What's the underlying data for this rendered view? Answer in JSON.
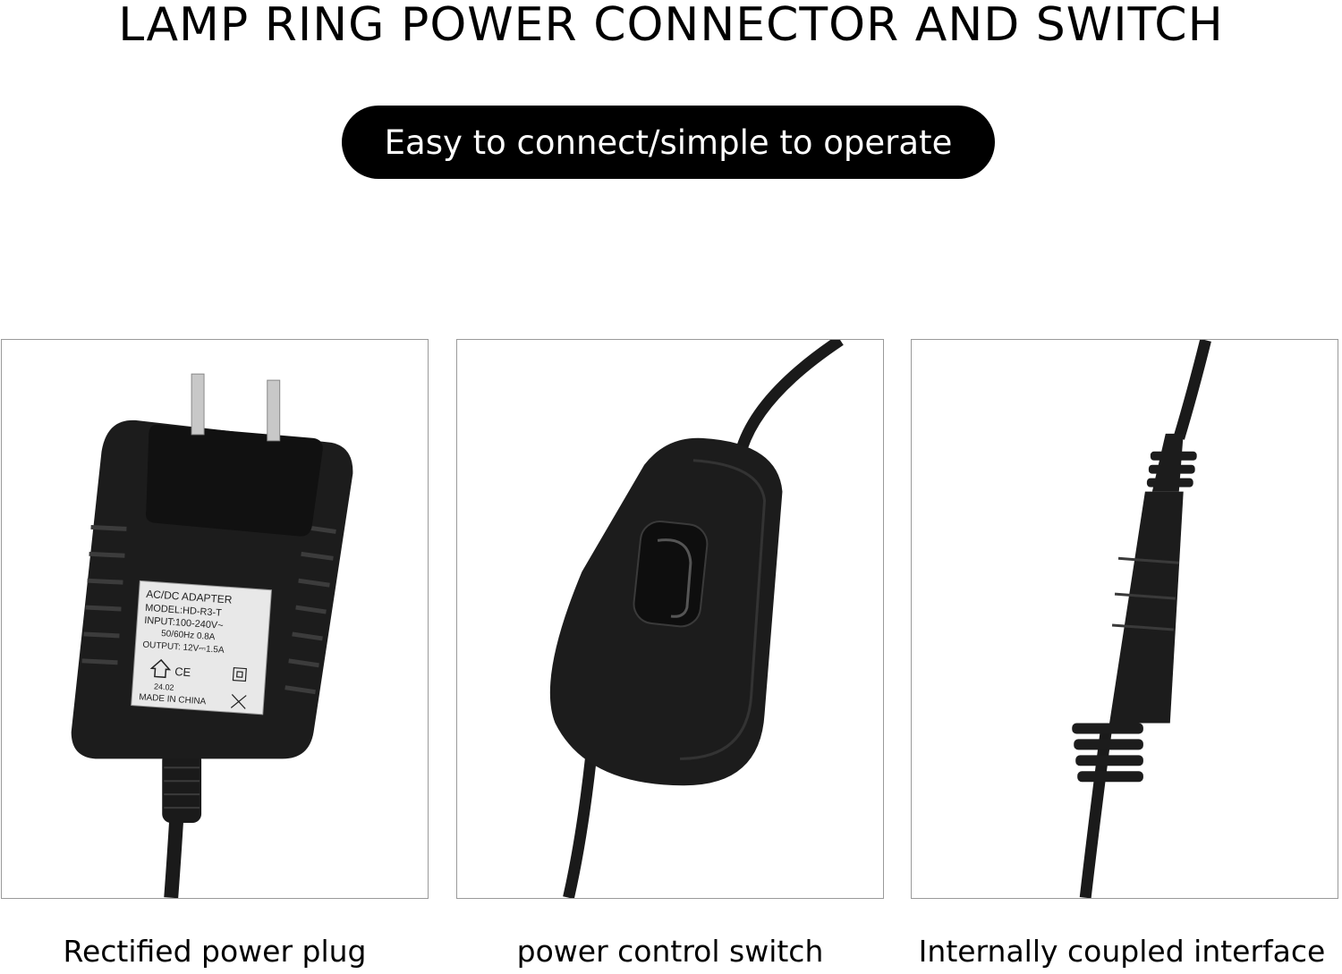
{
  "header": {
    "title": "LAMP RING POWER CONNECTOR AND SWITCH",
    "tagline": "Easy to connect/simple to operate"
  },
  "panels": [
    {
      "caption": "Rectified power plug",
      "icon": "power-adapter",
      "label": {
        "line1": "AC/DC ADAPTER",
        "line2": "MODEL:HD-R3-T",
        "line3": "INPUT:100-240V~",
        "line4": "50/60Hz 0.8A",
        "line5": "OUTPUT: 12V⎓1.5A",
        "code": "24.02",
        "origin": "MADE IN CHINA",
        "ce": "CE"
      }
    },
    {
      "caption": "power control switch",
      "icon": "inline-switch"
    },
    {
      "caption": "Internally coupled interface",
      "icon": "dc-connector"
    }
  ],
  "colors": {
    "pill_bg": "#000000",
    "pill_text": "#ffffff",
    "product": "#1a1a1a",
    "panel_border": "#9a9a9a"
  }
}
